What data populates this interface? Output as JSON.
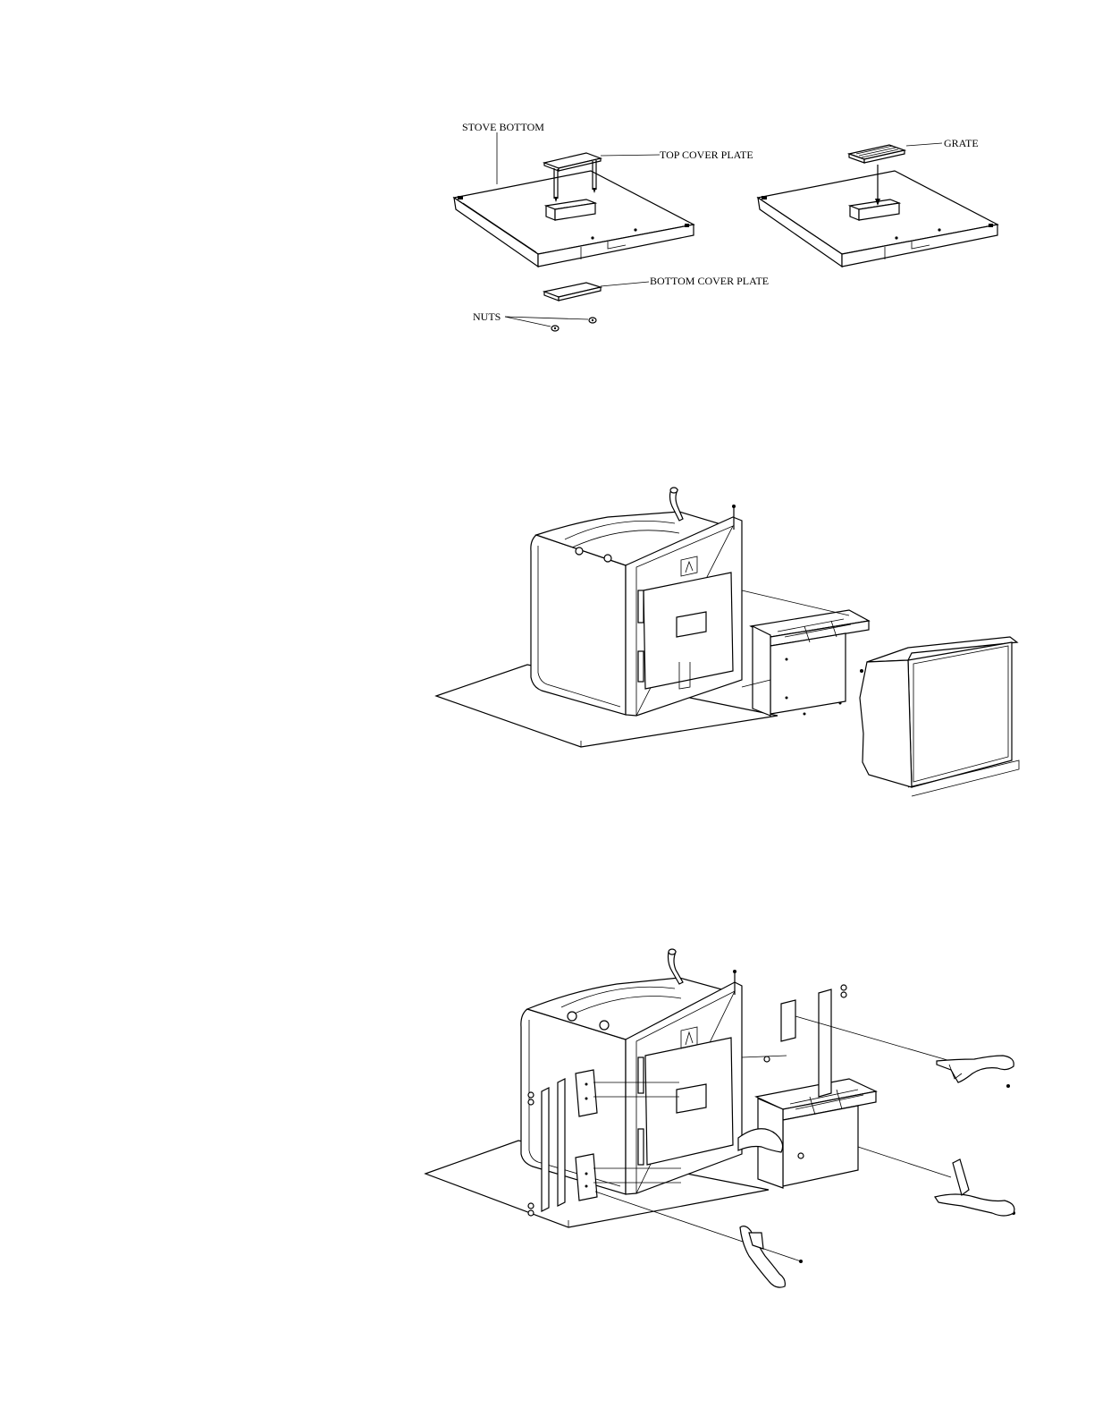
{
  "figure1": {
    "labels": {
      "stove_bottom": "STOVE BOTTOM",
      "top_cover_plate": "TOP COVER PLATE",
      "bottom_cover_plate": "BOTTOM COVER PLATE",
      "nuts": "NUTS",
      "grate": "GRATE"
    }
  }
}
